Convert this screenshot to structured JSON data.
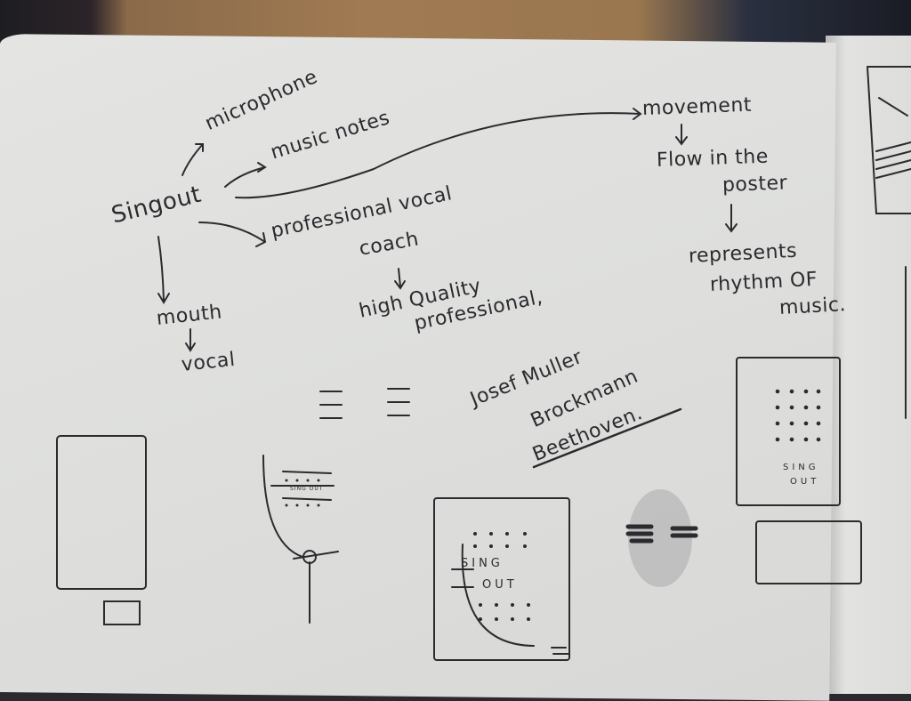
{
  "mindmap": {
    "center": "Singout",
    "branches": [
      "microphone",
      "music notes",
      "professional vocal",
      "coach",
      "high Quality",
      "professional,",
      "mouth",
      "vocal",
      "movement",
      "Flow in the",
      "poster",
      "represents",
      "rhythm OF",
      "music."
    ],
    "references": [
      "Josef Muller",
      "Brockmann",
      "Beethoven."
    ]
  },
  "sketches": {
    "sing_label": "SING",
    "out_label": "OUT",
    "sing_out_mini": "SING OUT"
  },
  "colors": {
    "ink": "#2b2b2f",
    "paper": "#e2e2e0"
  }
}
